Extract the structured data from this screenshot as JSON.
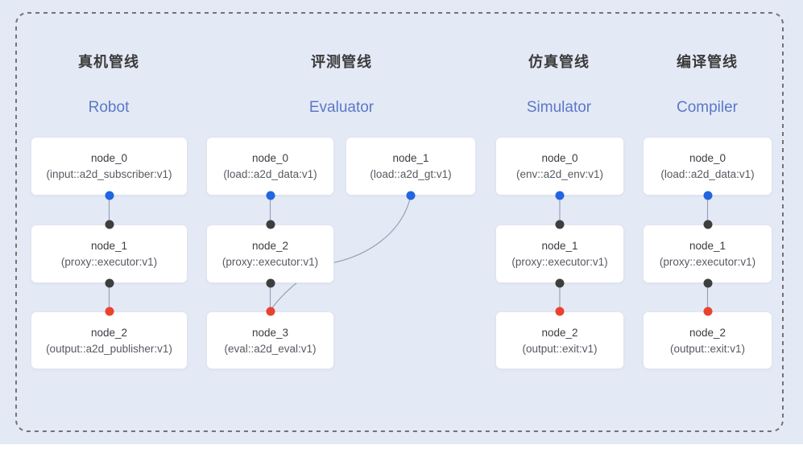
{
  "diagram": {
    "kind": "pipeline-node-graph",
    "colors": {
      "background": "#e4e9f6",
      "dashed_border": "#737373",
      "node_fill": "#ffffff",
      "node_border": "#e0e4ee",
      "edge_line": "#97a2b6",
      "title_zh": "#3a3a3a",
      "title_en": "#5b78c7",
      "port_blue": "#2165e0",
      "port_black": "#3e3e3e",
      "port_red": "#e9432f"
    },
    "pipelines": [
      {
        "title_zh": "真机管线",
        "title_en": "Robot",
        "nodes": [
          {
            "name": "node_0",
            "type": "(input::a2d_subscriber:v1)"
          },
          {
            "name": "node_1",
            "type": "(proxy::executor:v1)"
          },
          {
            "name": "node_2",
            "type": "(output::a2d_publisher:v1)"
          }
        ]
      },
      {
        "title_zh": "评测管线",
        "title_en": "Evaluator",
        "nodes": [
          {
            "name": "node_0",
            "type": "(load::a2d_data:v1)"
          },
          {
            "name": "node_1",
            "type": "(load::a2d_gt:v1)"
          },
          {
            "name": "node_2",
            "type": "(proxy::executor:v1)"
          },
          {
            "name": "node_3",
            "type": "(eval::a2d_eval:v1)"
          }
        ]
      },
      {
        "title_zh": "仿真管线",
        "title_en": "Simulator",
        "nodes": [
          {
            "name": "node_0",
            "type": "(env::a2d_env:v1)"
          },
          {
            "name": "node_1",
            "type": "(proxy::executor:v1)"
          },
          {
            "name": "node_2",
            "type": "(output::exit:v1)"
          }
        ]
      },
      {
        "title_zh": "编译管线",
        "title_en": "Compiler",
        "nodes": [
          {
            "name": "node_0",
            "type": "(load::a2d_data:v1)"
          },
          {
            "name": "node_1",
            "type": "(proxy::executor:v1)"
          },
          {
            "name": "node_2",
            "type": "(output::exit:v1)"
          }
        ]
      }
    ]
  }
}
